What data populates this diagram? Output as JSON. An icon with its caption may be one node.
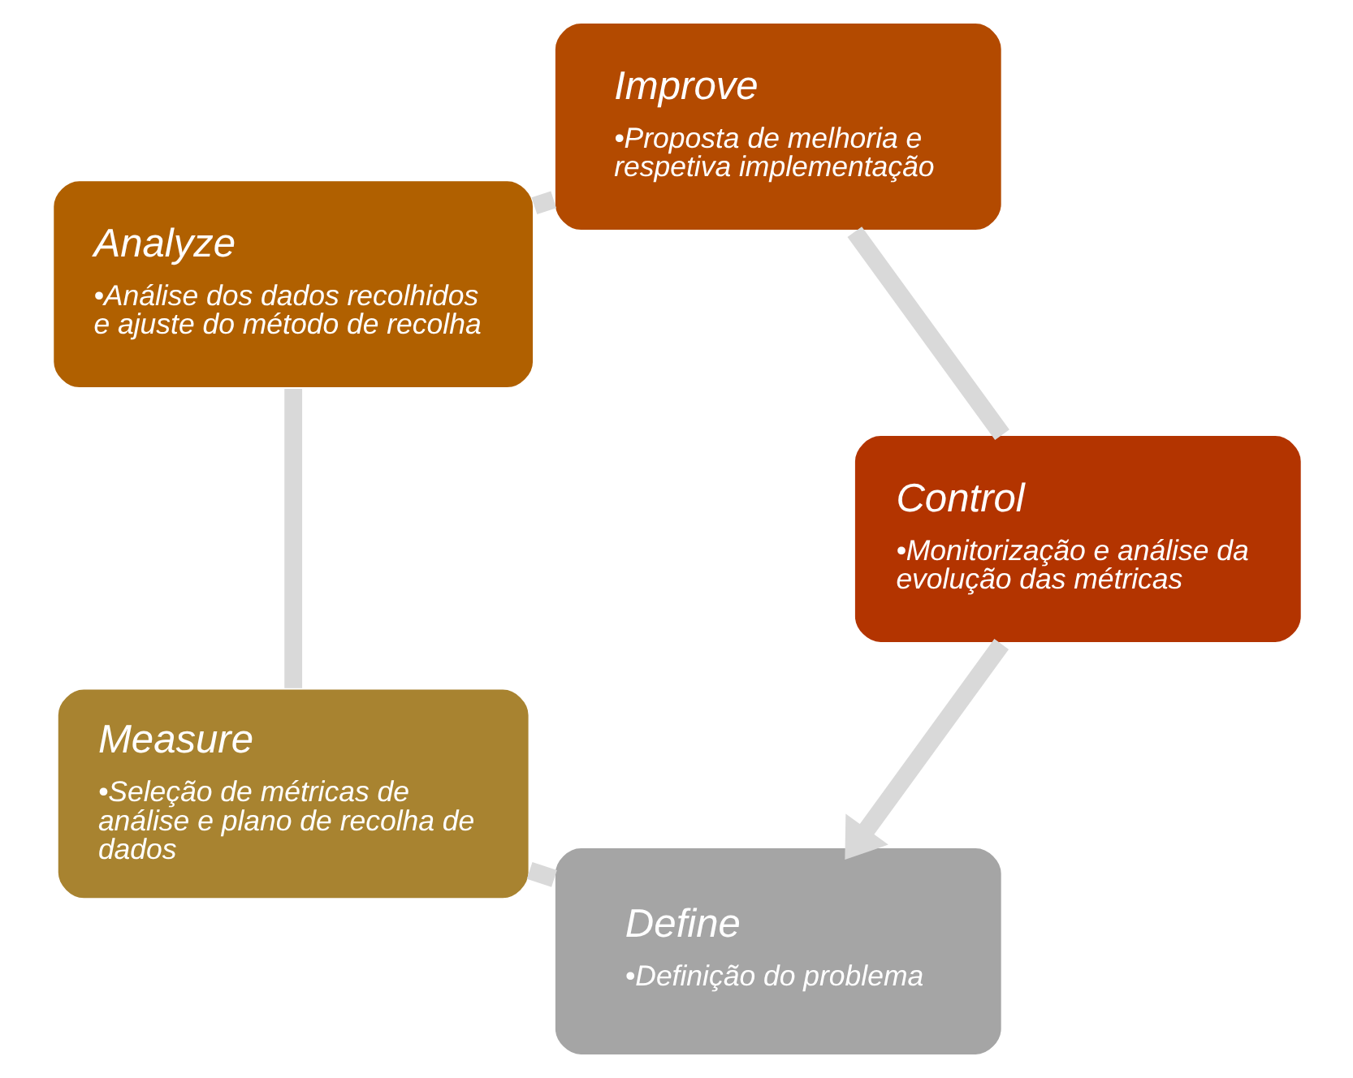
{
  "diagram": {
    "nodes": [
      {
        "text": [
          "Define",
          "•Definição do problema"
        ]
      },
      {
        "text": [
          "Measure",
          "•Seleção de métricas de análise e plano de recolha de dados"
        ]
      },
      {
        "text": [
          "Analyze",
          "•Análise dos dados recolhidos e ajuste do método de recolha"
        ]
      },
      {
        "text": [
          "Improve",
          "•Proposta de melhoria e respetiva implementação"
        ]
      },
      {
        "text": [
          "Control",
          "•Monitorização e análise da evolução das métricas"
        ]
      }
    ],
    "edges": [
      {
        "from": 0,
        "to": 1,
        "arrow": "none"
      },
      {
        "from": 1,
        "to": 2,
        "arrow": "none"
      },
      {
        "from": 2,
        "to": 3,
        "arrow": "none"
      },
      {
        "from": 3,
        "to": 4,
        "arrow": "none"
      },
      {
        "from": 4,
        "to": 0,
        "arrow": "to"
      }
    ]
  }
}
